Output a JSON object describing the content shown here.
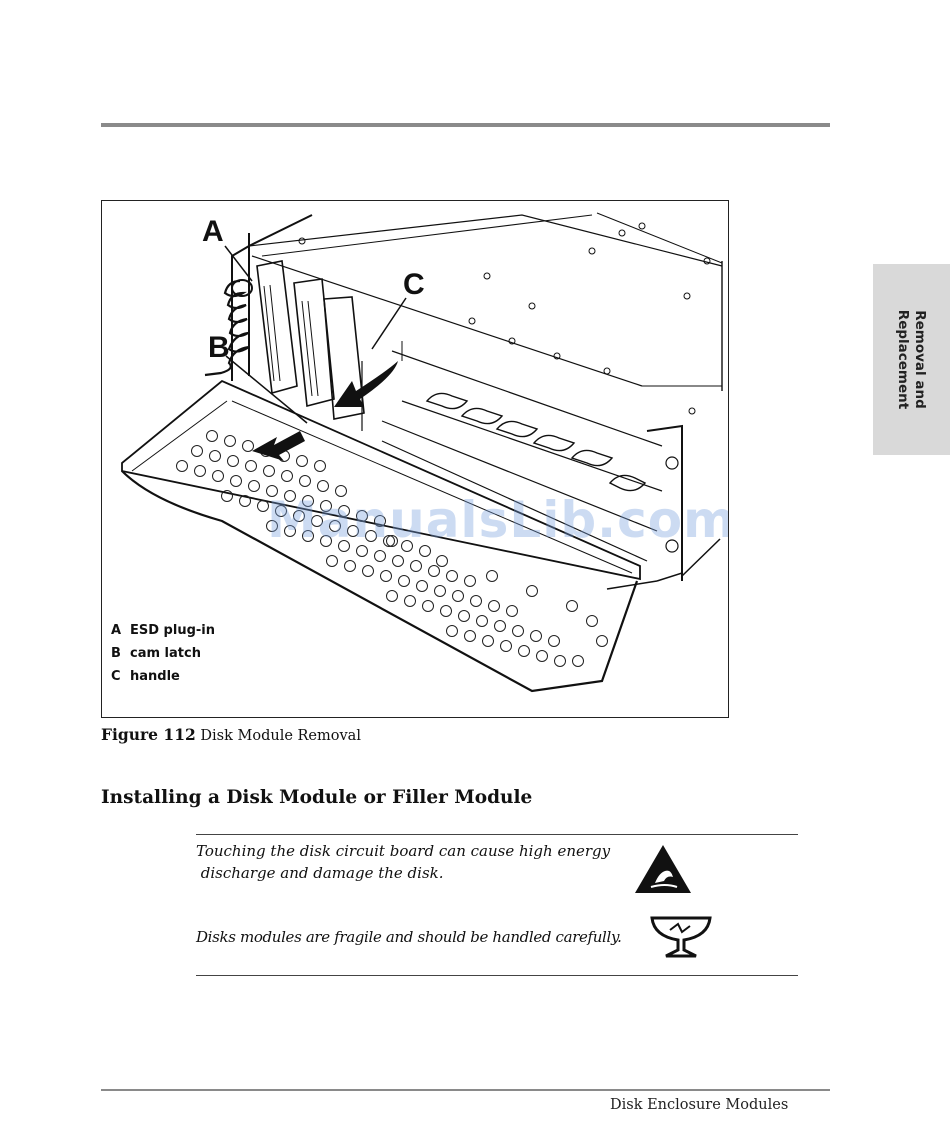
{
  "side_tab": {
    "line1": "Removal and",
    "line2": "Replacement"
  },
  "figure": {
    "callouts": {
      "a": "A",
      "b": "B",
      "c": "C"
    },
    "legend": [
      {
        "key": "A",
        "label": "ESD plug-in"
      },
      {
        "key": "B",
        "label": "cam latch"
      },
      {
        "key": "C",
        "label": "handle"
      }
    ],
    "watermark": "ManualsLib.com"
  },
  "caption": {
    "number": "Figure 112",
    "title": "Disk Module Removal"
  },
  "section_heading": "Installing a Disk Module or Filler Module",
  "warnings": {
    "esd_line1": "Touching the disk circuit board can cause high energy",
    "esd_line2": " discharge and damage the disk.",
    "fragile": "Disks modules are fragile and should be handled carefully."
  },
  "footer": {
    "section": "Disk Enclosure Modules"
  }
}
